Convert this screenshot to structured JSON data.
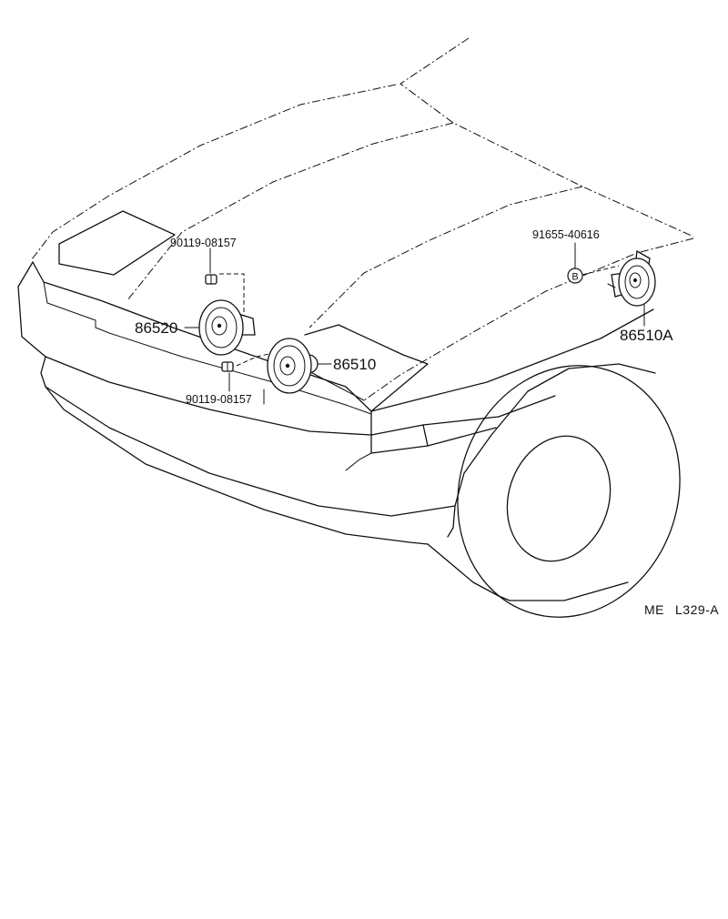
{
  "diagram": {
    "parts": {
      "bolt_upper": "90119-08157",
      "horn_low": "86520",
      "horn_high": "86510",
      "bolt_lower": "90119-08157",
      "nut_right": "91655-40616",
      "nut_marker": "B",
      "horn_right": "86510A"
    },
    "footer": {
      "prefix": "ME",
      "code": "L329-A"
    }
  }
}
